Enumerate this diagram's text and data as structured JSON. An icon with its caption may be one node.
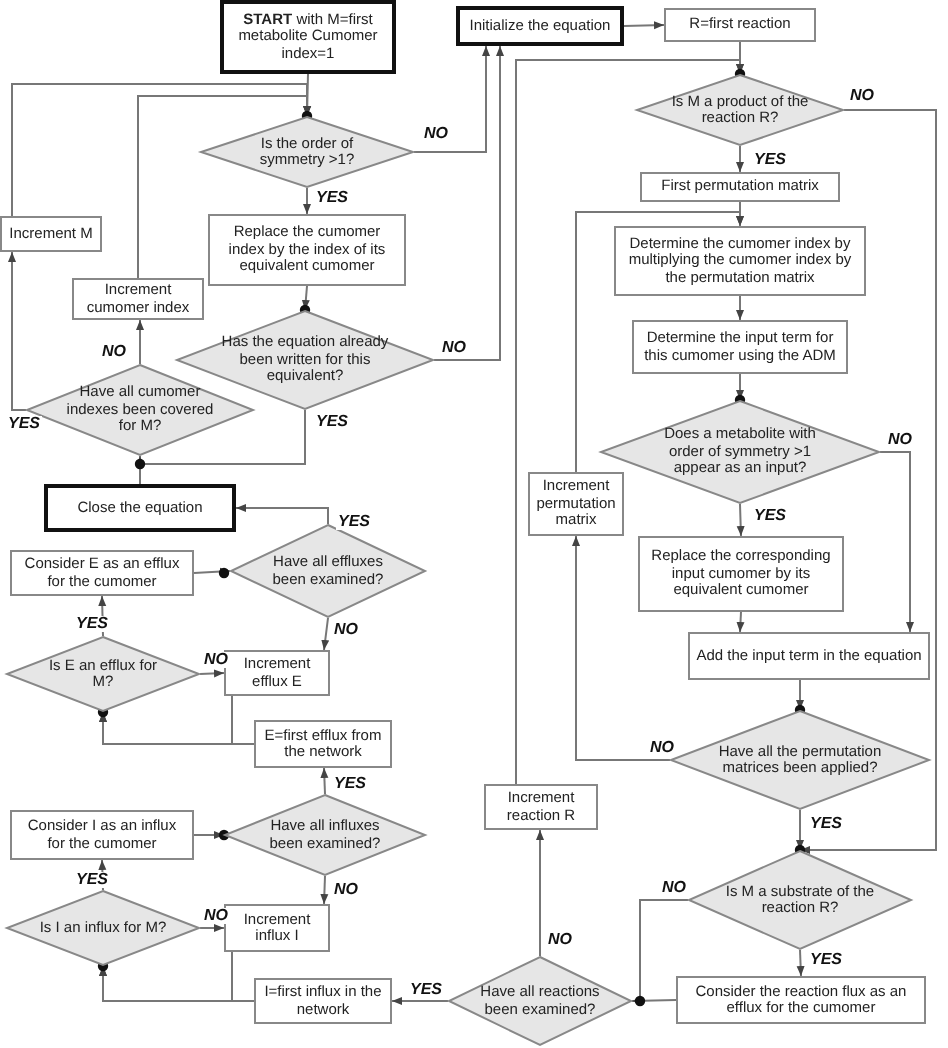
{
  "diagram": {
    "nodes": [
      {
        "text": [
          "**START** with M=first metabolite Cumomer index=1"
        ]
      },
      {
        "text": [
          "Initialize the equation"
        ]
      },
      {
        "text": [
          "R=first reaction"
        ]
      },
      {
        "text": [
          "Is the order of symmetry >1?"
        ]
      },
      {
        "text": [
          "Is M a product of the reaction R?"
        ]
      },
      {
        "text": [
          "First permutation matrix"
        ]
      },
      {
        "text": [
          "Increment M"
        ]
      },
      {
        "text": [
          "Replace the cumomer index by the index of its equivalent cumomer"
        ]
      },
      {
        "text": [
          "Increment cumomer index"
        ]
      },
      {
        "text": [
          "Determine the cumomer index by multiplying the cumomer index by the permutation matrix"
        ]
      },
      {
        "text": [
          "Has the equation already been written for this equivalent?"
        ]
      },
      {
        "text": [
          "Determine the input term for this cumomer using the ADM"
        ]
      },
      {
        "text": [
          "Have all cumomer indexes been covered for M?"
        ]
      },
      {
        "text": [
          "Does a metabolite with order of symmetry >1 appear as an input?"
        ]
      },
      {
        "text": [
          "Close the equation"
        ]
      },
      {
        "text": [
          "Increment permutation matrix"
        ]
      },
      {
        "text": [
          "Consider E as an efflux for the cumomer"
        ]
      },
      {
        "text": [
          "Have all effluxes been examined?"
        ]
      },
      {
        "text": [
          "Replace the corresponding input cumomer by its equivalent cumomer"
        ]
      },
      {
        "text": [
          "Is E an efflux for M?"
        ]
      },
      {
        "text": [
          "Increment efflux E"
        ]
      },
      {
        "text": [
          "Add the input term in the equation"
        ]
      },
      {
        "text": [
          "E=first efflux from the network"
        ]
      },
      {
        "text": [
          "Have all the permutation matrices been applied?"
        ]
      },
      {
        "text": [
          "Increment reaction R"
        ]
      },
      {
        "text": [
          "Consider I as an influx for the cumomer"
        ]
      },
      {
        "text": [
          "Have all influxes been examined?"
        ]
      },
      {
        "text": [
          "Is M a substrate of the reaction R?"
        ]
      },
      {
        "text": [
          "Is I an influx for M?"
        ]
      },
      {
        "text": [
          "Increment influx I"
        ]
      },
      {
        "text": [
          "I=first influx in the network"
        ]
      },
      {
        "text": [
          "Consider the reaction flux as an efflux for the cumomer"
        ]
      },
      {
        "text": [
          "Have all reactions been examined?"
        ]
      }
    ],
    "edges": [
      {
        "from": 0,
        "to": 3,
        "arrow": "to"
      },
      {
        "from": 3,
        "to": 1,
        "arrow": "to",
        "label": "NO"
      },
      {
        "from": 3,
        "to": 7,
        "arrow": "to",
        "label": "YES"
      },
      {
        "from": 7,
        "to": 10,
        "arrow": "to"
      },
      {
        "from": 10,
        "to": 1,
        "arrow": "to",
        "label": "NO"
      },
      {
        "from": 10,
        "to": 12,
        "arrow": "to",
        "label": "YES"
      },
      {
        "from": 14,
        "to": 12,
        "arrow": "to"
      },
      {
        "from": 12,
        "to": 8,
        "arrow": "to",
        "label": "NO"
      },
      {
        "from": 8,
        "to": 3,
        "arrow": "to"
      },
      {
        "from": 12,
        "to": 6,
        "arrow": "to",
        "label": "YES"
      },
      {
        "from": 6,
        "to": 3,
        "arrow": "to"
      },
      {
        "from": 1,
        "to": 2,
        "arrow": "to"
      },
      {
        "from": 2,
        "to": 4,
        "arrow": "to"
      },
      {
        "from": 4,
        "to": 5,
        "arrow": "to",
        "label": "YES"
      },
      {
        "from": 4,
        "to": 27,
        "arrow": "to",
        "label": "NO"
      },
      {
        "from": 5,
        "to": 9,
        "arrow": "to"
      },
      {
        "from": 9,
        "to": 11,
        "arrow": "to"
      },
      {
        "from": 11,
        "to": 13,
        "arrow": "to"
      },
      {
        "from": 13,
        "to": 18,
        "arrow": "to",
        "label": "YES"
      },
      {
        "from": 13,
        "to": 21,
        "arrow": "to",
        "label": "NO"
      },
      {
        "from": 18,
        "to": 21,
        "arrow": "to"
      },
      {
        "from": 21,
        "to": 23,
        "arrow": "to"
      },
      {
        "from": 23,
        "to": 15,
        "arrow": "to",
        "label": "NO"
      },
      {
        "from": 15,
        "to": 9,
        "arrow": "to"
      },
      {
        "from": 23,
        "to": 27,
        "arrow": "to",
        "label": "YES"
      },
      {
        "from": 27,
        "to": 31,
        "arrow": "to",
        "label": "YES"
      },
      {
        "from": 27,
        "to": 32,
        "arrow": "to",
        "label": "NO"
      },
      {
        "from": 31,
        "to": 32,
        "arrow": "to"
      },
      {
        "from": 32,
        "to": 24,
        "arrow": "to",
        "label": "NO"
      },
      {
        "from": 24,
        "to": 4,
        "arrow": "to"
      },
      {
        "from": 32,
        "to": 30,
        "arrow": "to",
        "label": "YES"
      },
      {
        "from": 30,
        "to": 28,
        "arrow": "to"
      },
      {
        "from": 29,
        "to": 28,
        "arrow": "to"
      },
      {
        "from": 28,
        "to": 29,
        "arrow": "to",
        "label": "NO"
      },
      {
        "from": 28,
        "to": 25,
        "arrow": "to",
        "label": "YES"
      },
      {
        "from": 25,
        "to": 26,
        "arrow": "to"
      },
      {
        "from": 26,
        "to": 29,
        "arrow": "to",
        "label": "NO"
      },
      {
        "from": 26,
        "to": 22,
        "arrow": "to",
        "label": "YES"
      },
      {
        "from": 22,
        "to": 19,
        "arrow": "to"
      },
      {
        "from": 20,
        "to": 19,
        "arrow": "to"
      },
      {
        "from": 19,
        "to": 20,
        "arrow": "to",
        "label": "NO"
      },
      {
        "from": 19,
        "to": 16,
        "arrow": "to",
        "label": "YES"
      },
      {
        "from": 16,
        "to": 17,
        "arrow": "to"
      },
      {
        "from": 17,
        "to": 20,
        "arrow": "to",
        "label": "NO"
      },
      {
        "from": 17,
        "to": 14,
        "arrow": "to",
        "label": "YES"
      }
    ]
  }
}
